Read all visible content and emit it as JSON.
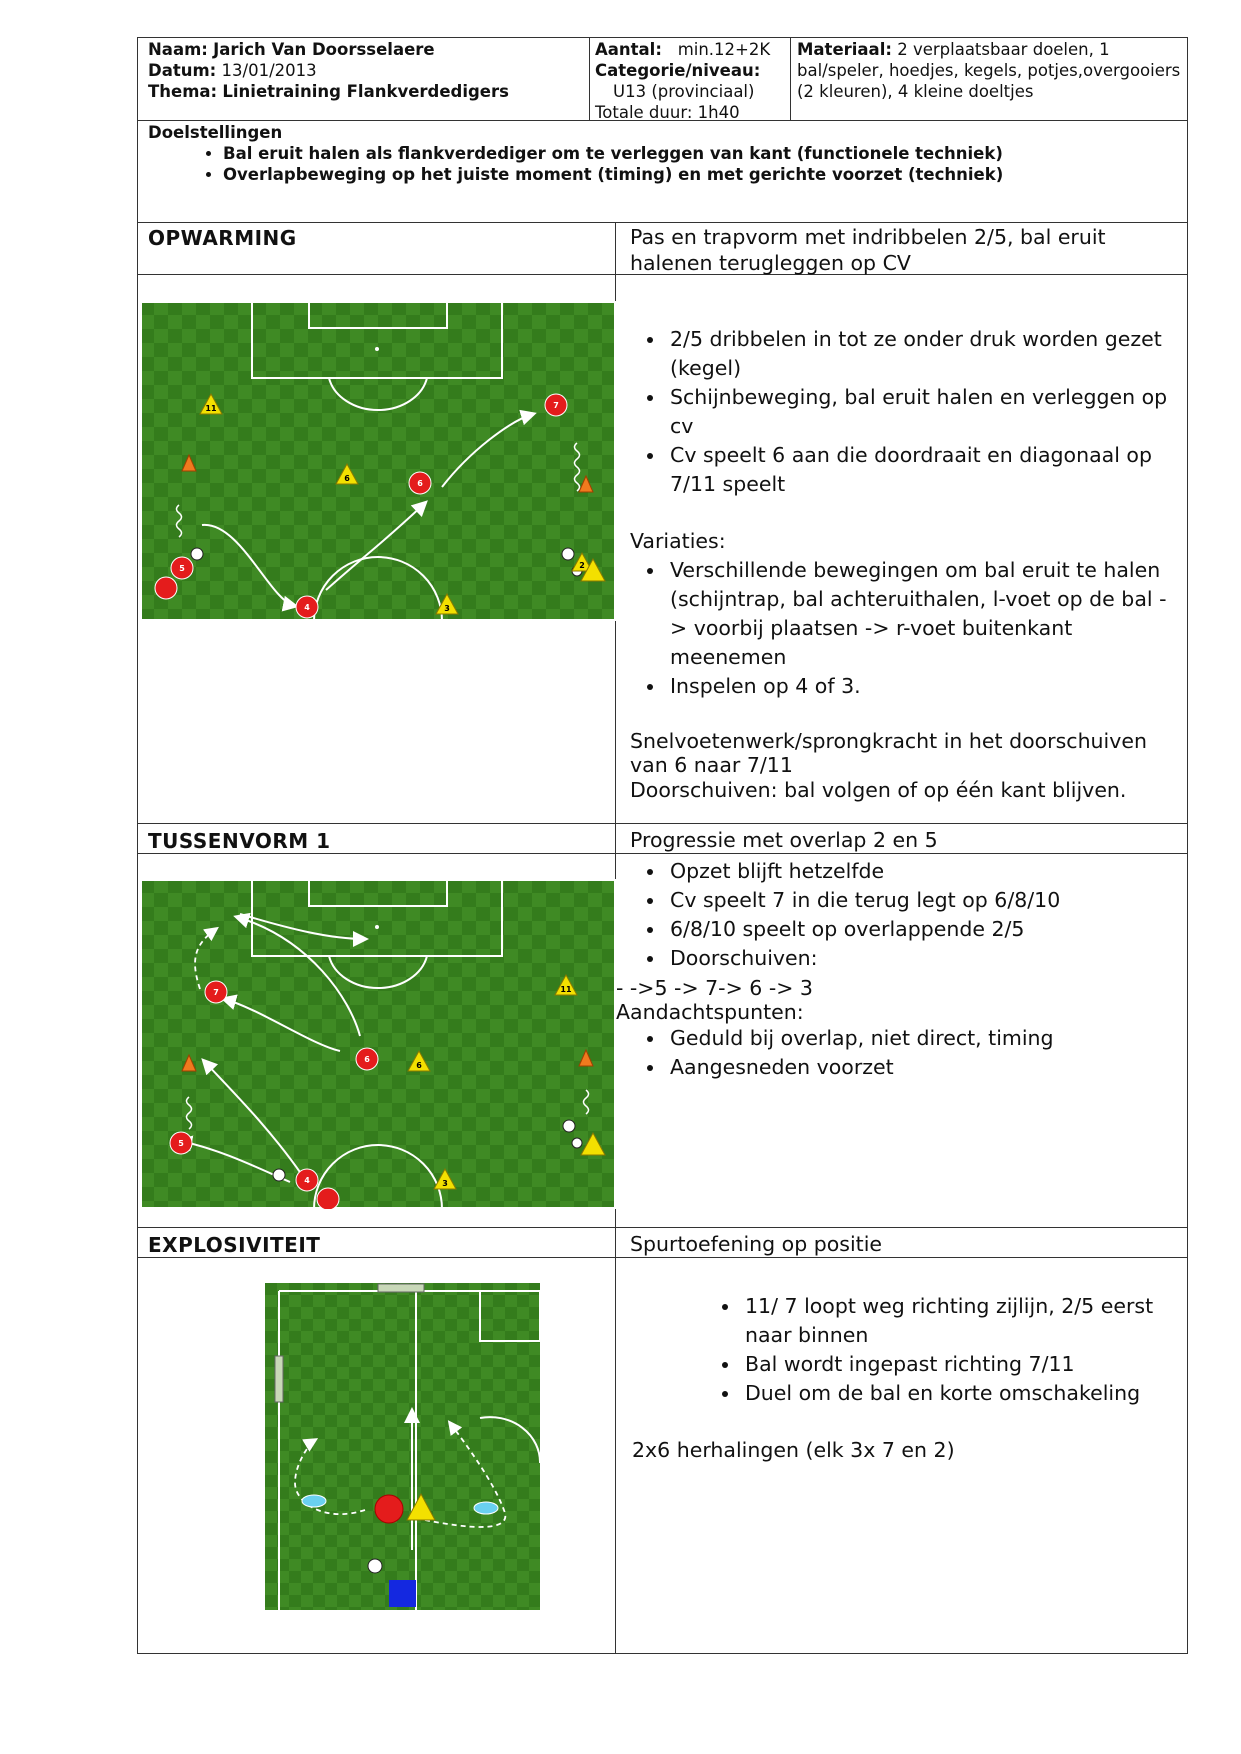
{
  "header": {
    "naam_label": "Naam:",
    "naam_value": "Jarich Van Doorsselaere",
    "datum_label": "Datum:",
    "datum_value": "13/01/2013",
    "thema_label": "Thema:",
    "thema_value": "Linietraining Flankverdedigers",
    "aantal_label": "Aantal:",
    "aantal_value": "min.12+2K",
    "categorie_label": "Categorie/niveau:",
    "categorie_value": "U13 (provinciaal)",
    "duur": "Totale duur: 1h40",
    "materiaal_label": "Materiaal:",
    "materiaal_value": "2 verplaatsbaar doelen,  1 bal/speler, hoedjes, kegels, potjes,overgooiers  (2 kleuren), 4 kleine doeltjes"
  },
  "doelstellingen": {
    "title": "Doelstellingen",
    "items": [
      "Bal eruit halen als flankverdediger om te verleggen van kant (functionele techniek)",
      "Overlapbeweging op het juiste moment (timing) en met gerichte voorzet (techniek)"
    ]
  },
  "sections": [
    {
      "title": "OPWARMING",
      "subtitle": "Pas en trapvorm met indribbelen 2/5, bal eruit halenen terugleggen op CV",
      "bullets": [
        "2/5 dribbelen in tot ze onder druk worden gezet (kegel)",
        "Schijnbeweging, bal eruit halen en verleggen op cv",
        "Cv speelt 6 aan die doordraait en diagonaal op 7/11 speelt"
      ],
      "variaties_label": "Variaties:",
      "variaties": [
        "Verschillende bewegingen om bal eruit te halen (schijntrap, bal achteruithalen, l-voet op de bal -> voorbij plaatsen -> r-voet buitenkant meenemen",
        "Inspelen op 4 of 3."
      ],
      "note1": "Snelvoetenwerk/sprongkracht  in  het  doorschuiven van 6 naar 7/11",
      "note2": "Doorschuiven: bal volgen of op één kant blijven."
    },
    {
      "title": "TUSSENVORM 1",
      "subtitle": "Progressie met overlap 2 en 5",
      "bullets": [
        "Opzet blijft hetzelfde",
        "Cv speelt 7 in die terug legt op 6/8/10",
        "6/8/10 speelt op overlappende 2/5",
        "Doorschuiven:"
      ],
      "rotation": "- ->5 -> 7-> 6 -> 3",
      "aandacht_label": "Aandachtspunten:",
      "aandacht": [
        "Geduld bij overlap, niet direct, timing",
        "Aangesneden voorzet"
      ]
    },
    {
      "title": "EXPLOSIVITEIT",
      "subtitle": "Spurtoefening op positie",
      "bullets": [
        "11/ 7 loopt weg richting zijlijn, 2/5 eerst naar binnen",
        "Bal wordt ingepast richting 7/11",
        "Duel om de bal en korte omschakeling"
      ],
      "note": "2x6 herhalingen (elk 3x 7 en 2)"
    }
  ],
  "diagram1": {
    "markers": [
      "11",
      "7",
      "6",
      "6",
      "5",
      "4",
      "3",
      "2"
    ]
  },
  "diagram2": {
    "markers": [
      "7",
      "6",
      "6",
      "11",
      "5",
      "4",
      "3"
    ]
  },
  "colors": {
    "grass_light": "#4e9a2e",
    "grass_dark": "#2f7418",
    "player_red": "#e41c1c",
    "player_yellow": "#f3e000",
    "cone_orange": "#f07a1e",
    "square_blue": "#1428e0",
    "disc_blue": "#6ad0f0"
  }
}
